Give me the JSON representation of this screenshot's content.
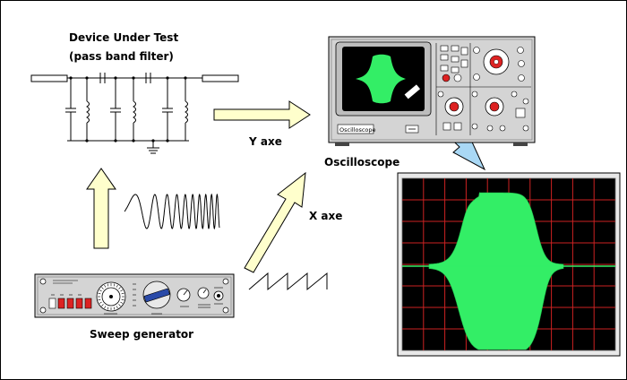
{
  "labels": {
    "dut_title": "Device Under Test",
    "dut_subtitle": "(pass band filter)",
    "y_axis": "Y axe",
    "x_axis": "X axe",
    "oscilloscope": "Oscilloscope",
    "sweep_generator": "Sweep generator"
  },
  "oscilloscope_front": {
    "brand": "Oscilloscope"
  },
  "colors": {
    "arrow_fill": "#ffffcc",
    "trace_green": "#33ee66",
    "grid_red": "#cc2222",
    "screen_black": "#000000",
    "callout_arrow": "#a9d8f5",
    "panel_grey": "#d4d4d4",
    "knob_red": "#dd2222",
    "knob_blue": "#2a4aa8"
  }
}
